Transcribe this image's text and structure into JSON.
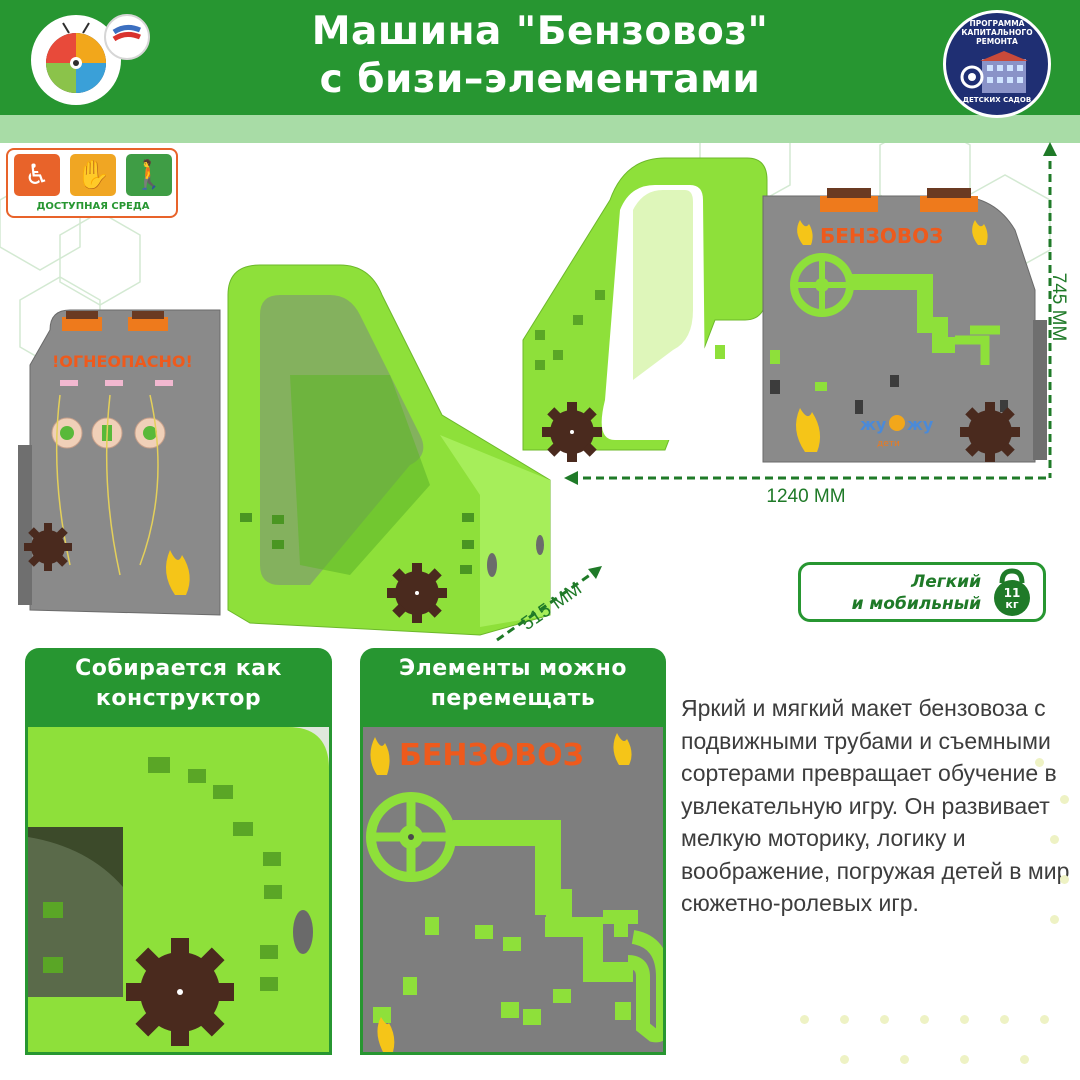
{
  "header": {
    "title_line1": "Машина \"Бензовоз\"",
    "title_line2": "с бизи–элементами"
  },
  "program_badge": {
    "top_text": "ПРОГРАММА КАПИТАЛЬНОГО РЕМОНТА",
    "bottom_text": "ДЕТСКИХ САДОВ"
  },
  "accessibility": {
    "label": "ДОСТУПНАЯ СРЕДА",
    "icons": [
      "wheelchair-icon",
      "hearing-sign-icon",
      "blind-cane-icon"
    ]
  },
  "dimensions": {
    "height": "745 ММ",
    "width": "1240 ММ",
    "depth": "515 ММ"
  },
  "product_labels": {
    "front_sign": "!ОГНЕОПАСНО!",
    "tank_sign": "БЕНЗОВОЗ",
    "brand_top": "жу",
    "brand_bottom": "дети"
  },
  "light_badge": {
    "line1": "Легкий",
    "line2": "и мобильный",
    "weight_value": "11",
    "weight_unit": "кг"
  },
  "panels": [
    {
      "title_line1": "Собирается как",
      "title_line2": "конструктор"
    },
    {
      "title_line1": "Элементы можно",
      "title_line2": "перемещать",
      "sign": "БЕНЗОВОЗ"
    }
  ],
  "description": "Яркий и мягкий макет бензовоза с подвижными трубами и съемными сортерами превращает обучение в увлекательную игру. Он развивает мелкую моторику, логику и воображение, погружая детей в мир сюжетно-ролевых игр.",
  "colors": {
    "brand_green": "#279631",
    "lime": "#8ee03a",
    "gray_panel": "#7e7e7e",
    "orange": "#ee7a1c",
    "gear": "#4a2a1e"
  }
}
